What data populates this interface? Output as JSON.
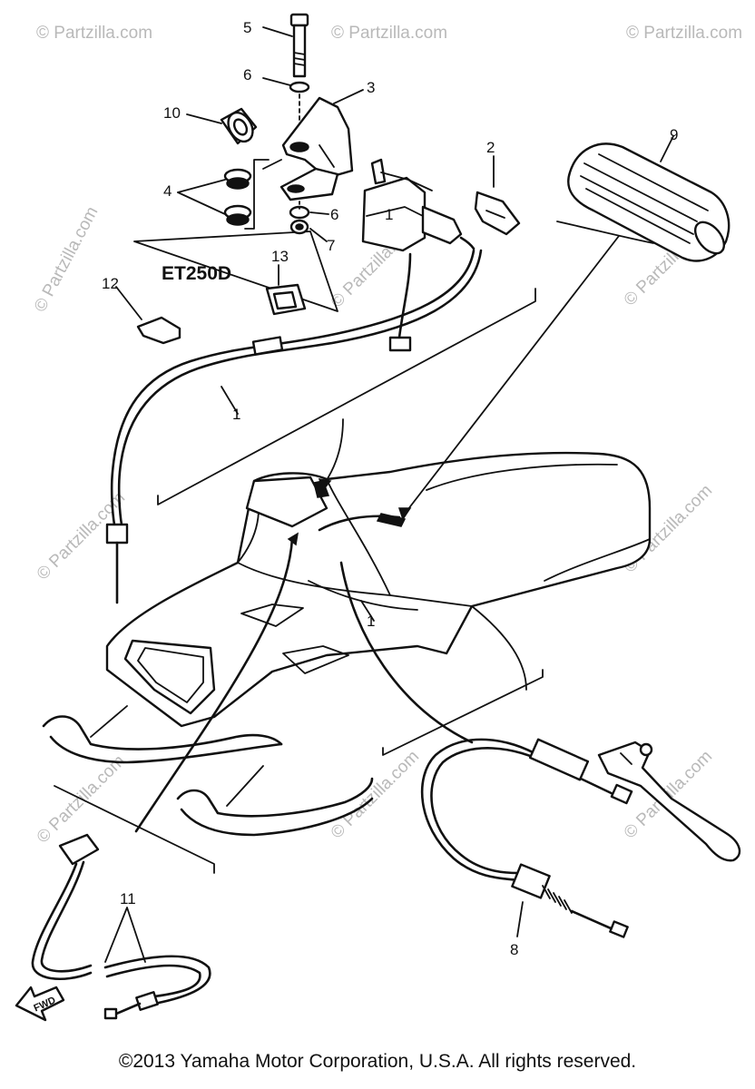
{
  "diagram": {
    "model_label": "ET250D",
    "fwd_label": "FWD",
    "watermark_text": "© Partzilla.com",
    "callouts": {
      "c1": "1",
      "c1b": "1",
      "c1c": "1",
      "c2": "2",
      "c3": "3",
      "c4": "4",
      "c5": "5",
      "c6": "6",
      "c6b": "6",
      "c7": "7",
      "c8": "8",
      "c9": "9",
      "c10": "10",
      "c11": "11",
      "c12": "12",
      "c13": "13"
    }
  },
  "footer": {
    "copyright": "©2013 Yamaha Motor Corporation, U.S.A. All rights reserved."
  }
}
